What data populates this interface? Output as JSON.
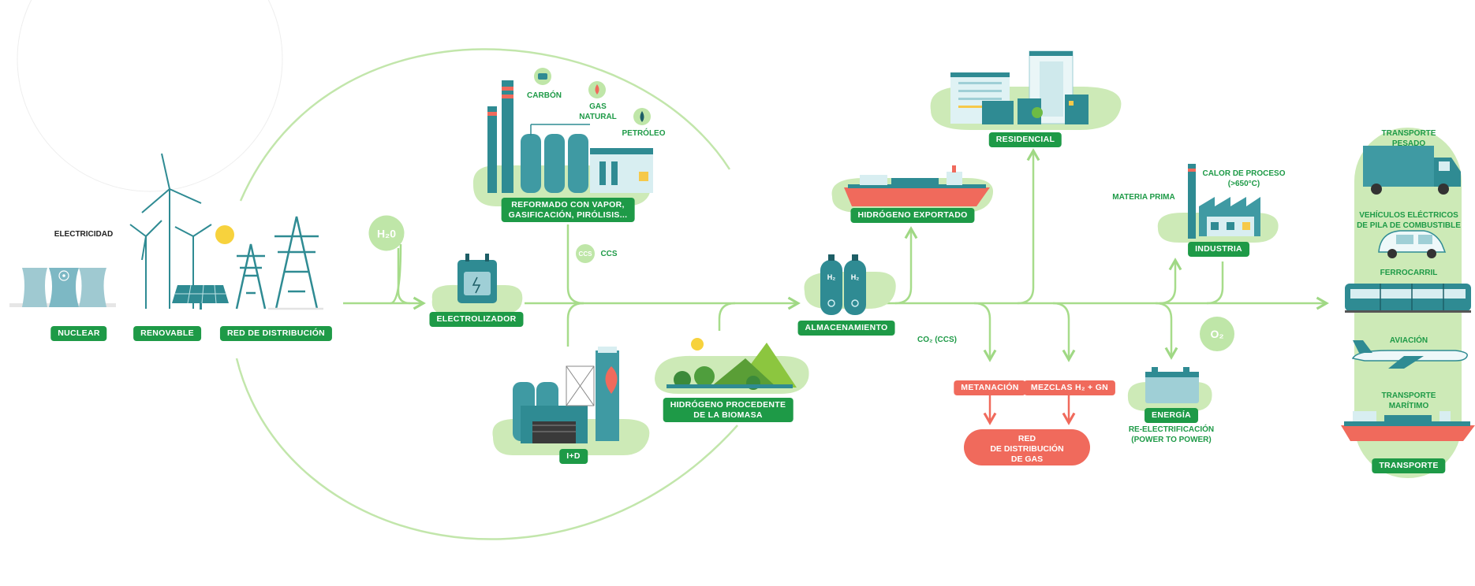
{
  "labels": {
    "electricidad": "ELECTRICIDAD",
    "nuclear": "NUCLEAR",
    "renovable": "RENOVABLE",
    "red_distribucion": "RED DE DISTRIBUCIÓN",
    "h2o": "H₂0",
    "electrolizador": "ELECTROLIZADOR",
    "carbon": "CARBÓN",
    "gas_natural": "GAS\nNATURAL",
    "petroleo": "PETRÓLEO",
    "reformado": "REFORMADO CON VAPOR,\nGASIFICACIÓN, PIRÓLISIS...",
    "ccs_icon": "CCS",
    "ccs": "CCS",
    "i_d": "I+D",
    "biomasa": "HIDRÓGENO PROCEDENTE\nDE LA BIOMASA",
    "almacenamiento": "ALMACENAMIENTO",
    "h2_tank": "H₂",
    "hidrogeno_exportado": "HIDRÓGENO EXPORTADO",
    "residencial": "RESIDENCIAL",
    "co2_ccs": "CO₂ (CCS)",
    "metanacion": "METANACIÓN",
    "mezclas": "MEZCLAS H₂ + GN",
    "red_gas": "RED\nDE DISTRIBUCIÓN\nDE GAS",
    "o2": "O₂",
    "energia": "ENERGÍA",
    "re_electrificacion": "RE-ELECTRIFICACIÓN\n(POWER TO POWER)",
    "materia_prima": "MATERIA PRIMA",
    "calor_proceso": "CALOR DE PROCESO\n(>650°C)",
    "industria": "INDUSTRIA",
    "transporte_pesado": "TRANSPORTE\nPESADO",
    "vehiculos": "VEHÍCULOS ELÉCTRICOS\nDE PILA DE COMBUSTIBLE",
    "ferrocarril": "FERROCARRIL",
    "aviacion": "AVIACIÓN",
    "transporte_maritimo": "TRANSPORTE\nMARÍTIMO",
    "transporte": "TRANSPORTE"
  },
  "colors": {
    "accent_green": "#1e9a47",
    "line_green": "#a7dc8b",
    "blob_green": "#cdeab7",
    "teal": "#2f8b93",
    "coral": "#f06a5c"
  }
}
